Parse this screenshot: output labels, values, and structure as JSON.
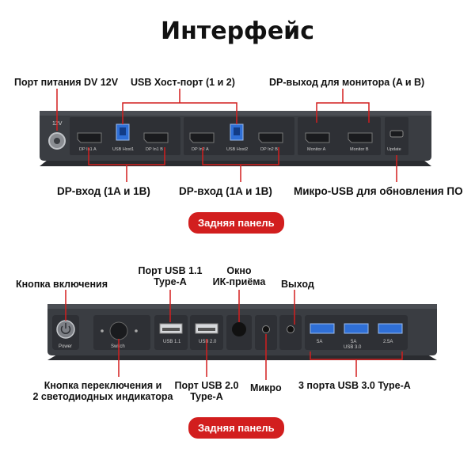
{
  "title": "Интерфейс",
  "rear_top": {
    "labels": {
      "power_port": "Порт питания DV 12V",
      "usb_host": "USB Хост-порт (1 и 2)",
      "dp_out": "DP-выход для монитора (A и B)",
      "dp_in_left": "DP-вход (1A и 1B)",
      "dp_in_right": "DP-вход (1A и 1B)",
      "micro_usb_update": "Микро-USB для обновления ПО"
    },
    "device_text": {
      "power_v": "12V",
      "dp_1a": "DP In1 A",
      "usb_host1": "USB Host1",
      "dp_1b": "DP In1 B",
      "dp_2a": "DP In2 A",
      "usb_host2": "USB Host2",
      "dp_2b": "DP In2 B",
      "monitor_a": "Monitor A",
      "monitor_b": "Monitor B",
      "update": "Update"
    },
    "pill": "Задняя панель"
  },
  "front": {
    "labels": {
      "power_button": "Кнопка включения",
      "usb11_line1": "Порт USB 1.1",
      "usb11_line2": "Type-A",
      "ir_line1": "Окно",
      "ir_line2": "ИК-приёма",
      "out": "Выход",
      "switch_line1": "Кнопка переключения и",
      "switch_line2": "2 светодиодных индикатора",
      "usb20_line1": "Порт USB 2.0",
      "usb20_line2": "Type-A",
      "mic": "Микро",
      "usb30": "3 порта USB 3.0 Type-A"
    },
    "device_text": {
      "power": "Power",
      "switch": "Switch",
      "usb11": "USB 1.1",
      "usb20": "USB 2.0",
      "usb30": "USB 3.0",
      "port1": "5A",
      "port2": "5A",
      "port3": "2.5A"
    },
    "pill": "Задняя панель"
  },
  "colors": {
    "accent": "#d21e1e",
    "device_body": "#3a3d42",
    "usb3_blue": "#2f6fd6"
  }
}
